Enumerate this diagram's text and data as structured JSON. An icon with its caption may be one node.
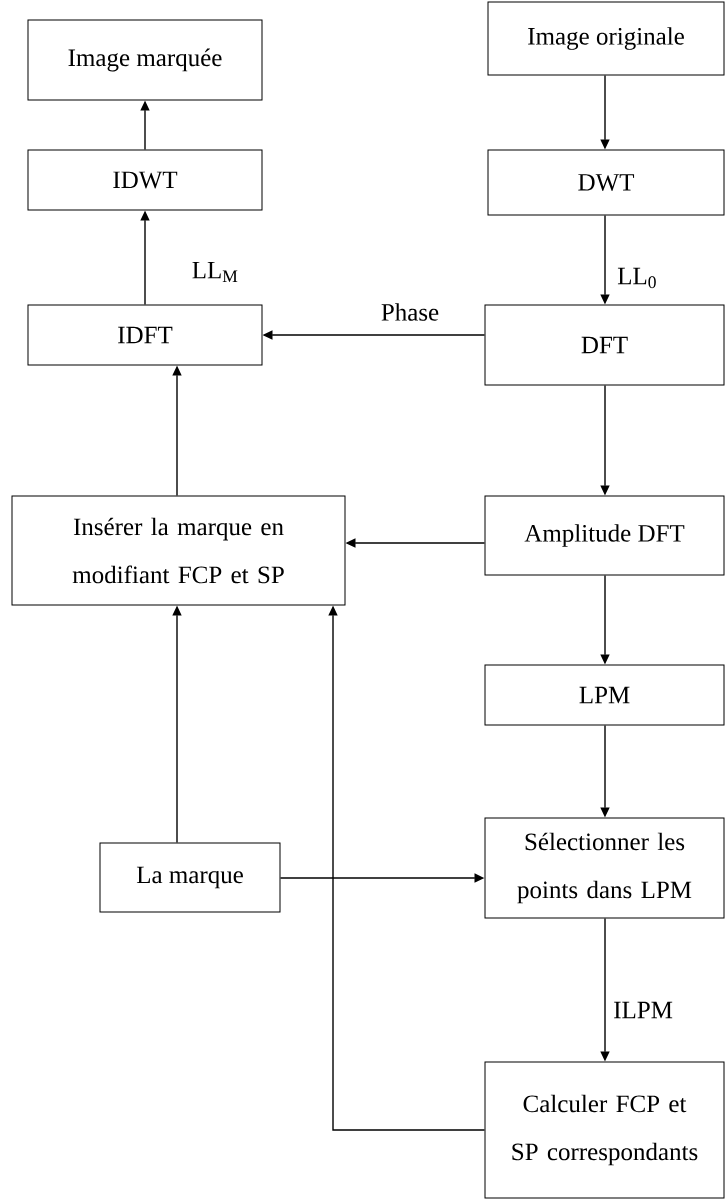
{
  "diagram": {
    "nodes": [
      {
        "text": [
          "Image marquée"
        ]
      },
      {
        "text": [
          "Image originale"
        ]
      },
      {
        "text": [
          "IDWT"
        ]
      },
      {
        "text": [
          "DWT"
        ]
      },
      {
        "text": [
          "IDFT"
        ]
      },
      {
        "text": [
          "DFT"
        ]
      },
      {
        "text": [
          "Insérer la marque en modifiant FCP et SP"
        ]
      },
      {
        "text": [
          "Amplitude  DFT"
        ]
      },
      {
        "text": [
          "LPM"
        ]
      },
      {
        "text": [
          "La marque"
        ]
      },
      {
        "text": [
          "Sélectionner les points dans LPM"
        ]
      },
      {
        "text": [
          "Calculer FCP et SP correspondants"
        ]
      }
    ],
    "edges": [
      {
        "from": 1,
        "to": 3,
        "arrow": "to"
      },
      {
        "from": 3,
        "to": 5,
        "arrow": "to",
        "label": "LL$_{0}$"
      },
      {
        "from": 5,
        "to": 4,
        "arrow": "to",
        "label": "Phase"
      },
      {
        "from": 4,
        "to": 2,
        "arrow": "to",
        "label": "LL$_{M}$"
      },
      {
        "from": 2,
        "to": 0,
        "arrow": "to"
      },
      {
        "from": 5,
        "to": 7,
        "arrow": "to"
      },
      {
        "from": 7,
        "to": 6,
        "arrow": "to"
      },
      {
        "from": 7,
        "to": 8,
        "arrow": "to"
      },
      {
        "from": 8,
        "to": 10,
        "arrow": "to"
      },
      {
        "from": 10,
        "to": 11,
        "arrow": "to",
        "label": "ILPM"
      },
      {
        "from": 6,
        "to": 4,
        "arrow": "to"
      },
      {
        "from": 9,
        "to": 6,
        "arrow": "to"
      },
      {
        "from": 9,
        "to": 10,
        "arrow": "to"
      },
      {
        "from": 11,
        "to": 6,
        "arrow": "to"
      }
    ]
  }
}
